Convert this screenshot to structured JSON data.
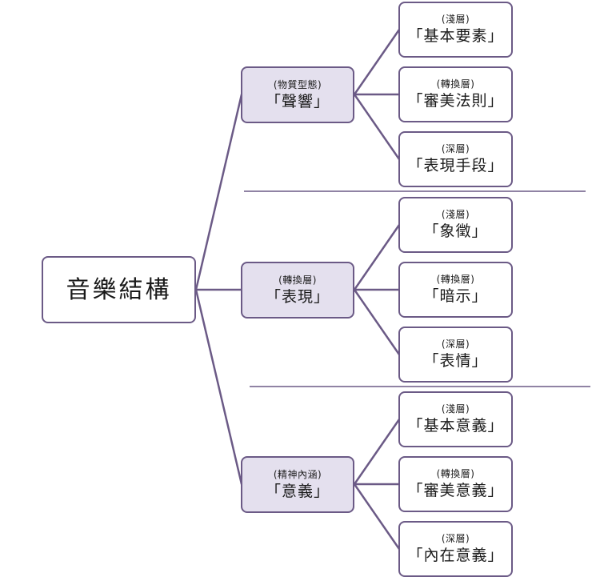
{
  "root": {
    "label": "音樂結構"
  },
  "groups": [
    {
      "sub": "(物質型態)",
      "main": "「聲響」",
      "leaves": [
        {
          "sub": "(淺層)",
          "main": "「基本要素」"
        },
        {
          "sub": "(轉換層)",
          "main": "「審美法則」"
        },
        {
          "sub": "(深層)",
          "main": "「表現手段」"
        }
      ]
    },
    {
      "sub": "(轉換層)",
      "main": "「表現」",
      "leaves": [
        {
          "sub": "(淺層)",
          "main": "「象徵」"
        },
        {
          "sub": "(轉換層)",
          "main": "「暗示」"
        },
        {
          "sub": "(深層)",
          "main": "「表情」"
        }
      ]
    },
    {
      "sub": "(精神內涵)",
      "main": "「意義」",
      "leaves": [
        {
          "sub": "(淺層)",
          "main": "「基本意義」"
        },
        {
          "sub": "(轉換層)",
          "main": "「審美意義」"
        },
        {
          "sub": "(深層)",
          "main": "「內在意義」"
        }
      ]
    }
  ],
  "colors": {
    "border": "#6b5a86",
    "mid_fill": "#e4e0ee",
    "line": "#6b5a86"
  }
}
